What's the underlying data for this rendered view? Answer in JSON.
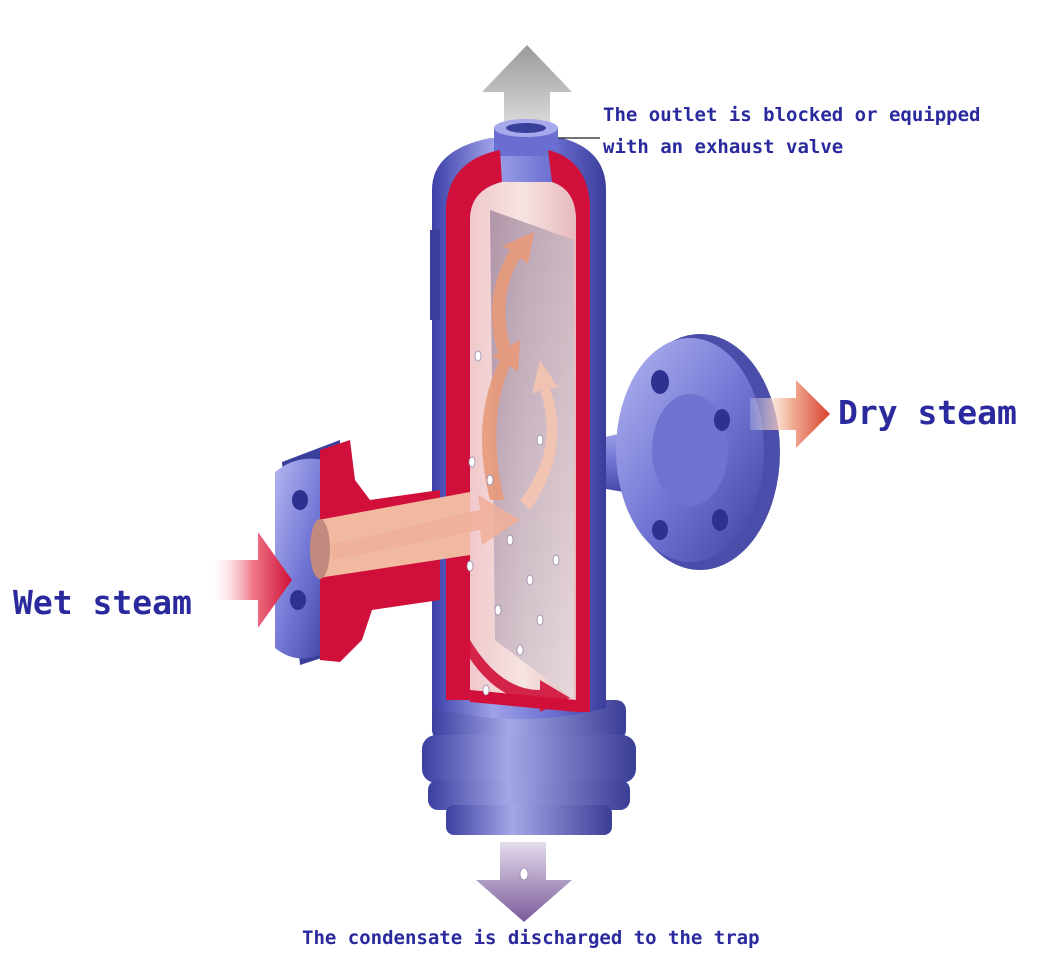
{
  "labels": {
    "outlet_line1": "The outlet is blocked or equipped",
    "outlet_line2": "with an exhaust valve",
    "dry_steam": "Dry steam",
    "wet_steam": "Wet steam",
    "condensate": "The condensate is discharged to the trap"
  },
  "colors": {
    "label_text": "#2a2a9e",
    "body_blue": "#6a6ed0",
    "cutaway_red": "#d0103a",
    "steam_flow": "#e89a7a",
    "top_arrow": "#a8a8a8",
    "bottom_arrow": "#8a6aa8"
  }
}
